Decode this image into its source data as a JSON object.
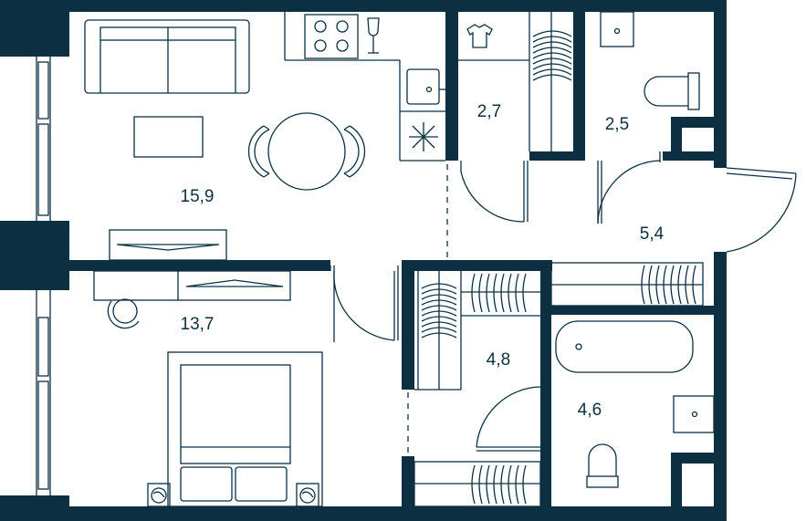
{
  "colors": {
    "wall": "#0c3042",
    "background": "#ffffff",
    "line": "#0c3042"
  },
  "rooms": [
    {
      "id": "living-kitchen",
      "area": "15,9"
    },
    {
      "id": "bedroom",
      "area": "13,7"
    },
    {
      "id": "wardrobe",
      "area": "2,7"
    },
    {
      "id": "wc",
      "area": "2,5"
    },
    {
      "id": "hall",
      "area": "5,4"
    },
    {
      "id": "dressing-room",
      "area": "4,8"
    },
    {
      "id": "bathroom",
      "area": "4,6"
    }
  ]
}
